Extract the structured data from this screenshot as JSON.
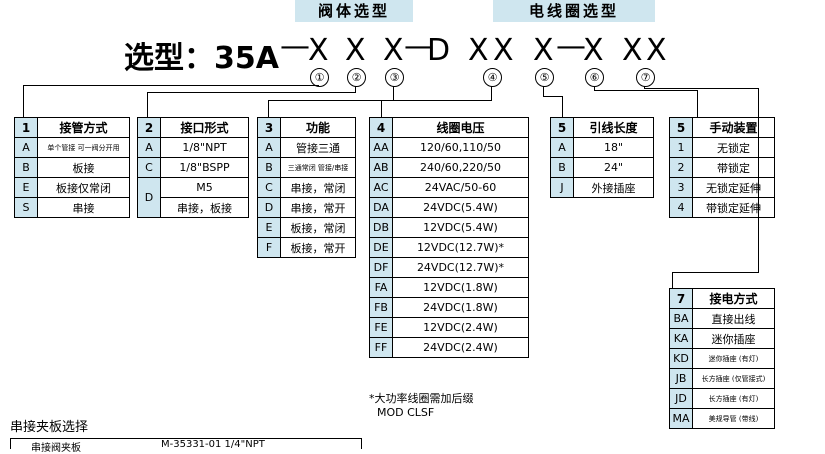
{
  "banners": {
    "valve": "阀体选型",
    "coil": "电线圈选型"
  },
  "model": {
    "prefix": "选型：35A",
    "chars": [
      "X",
      "X",
      "X",
      "D",
      "X",
      "X",
      "X",
      "X",
      "X",
      "X"
    ],
    "dashes": [
      "—",
      "—",
      "—"
    ],
    "circles": [
      "①",
      "②",
      "③",
      "④",
      "⑤",
      "⑥",
      "⑦"
    ]
  },
  "table1": {
    "num": "1",
    "title": "接管方式",
    "rows": [
      {
        "code": "A",
        "text": "单个管接 可一阀分开用"
      },
      {
        "code": "B",
        "text": "板接"
      },
      {
        "code": "E",
        "text": "板接仅常闭"
      },
      {
        "code": "S",
        "text": "串接"
      }
    ]
  },
  "table2": {
    "num": "2",
    "title": "接口形式",
    "rows": [
      {
        "code": "A",
        "text": "1/8\"NPT"
      },
      {
        "code": "C",
        "text": "1/8\"BSPP"
      },
      {
        "code": "D",
        "text": "M5"
      },
      {
        "code": "",
        "text": "串接，板接"
      }
    ]
  },
  "table3": {
    "num": "3",
    "title": "功能",
    "rows": [
      {
        "code": "A",
        "text": "管接三通"
      },
      {
        "code": "B",
        "text": "三通常闭 管接/串接"
      },
      {
        "code": "C",
        "text": "串接，常闭"
      },
      {
        "code": "D",
        "text": "串接，常开"
      },
      {
        "code": "E",
        "text": "板接，常闭"
      },
      {
        "code": "F",
        "text": "板接，常开"
      }
    ]
  },
  "table4": {
    "num": "4",
    "title": "线圈电压",
    "rows": [
      {
        "code": "AA",
        "text": "120/60,110/50"
      },
      {
        "code": "AB",
        "text": "240/60,220/50"
      },
      {
        "code": "AC",
        "text": "24VAC/50-60"
      },
      {
        "code": "DA",
        "text": "24VDC(5.4W)"
      },
      {
        "code": "DB",
        "text": "12VDC(5.4W)"
      },
      {
        "code": "DE",
        "text": "12VDC(12.7W)*"
      },
      {
        "code": "DF",
        "text": "24VDC(12.7W)*"
      },
      {
        "code": "FA",
        "text": "12VDC(1.8W)"
      },
      {
        "code": "FB",
        "text": "24VDC(1.8W)"
      },
      {
        "code": "FE",
        "text": "12VDC(2.4W)"
      },
      {
        "code": "FF",
        "text": "24VDC(2.4W)"
      }
    ],
    "note1": "*大功率线圈需加后缀",
    "note2": "MOD CLSF"
  },
  "table5": {
    "num": "5",
    "title": "引线长度",
    "rows": [
      {
        "code": "A",
        "text": "18\""
      },
      {
        "code": "B",
        "text": "24\""
      },
      {
        "code": "J",
        "text": "外接插座"
      }
    ]
  },
  "table6": {
    "num": "5",
    "title": "手动装置",
    "rows": [
      {
        "code": "1",
        "text": "无锁定"
      },
      {
        "code": "2",
        "text": "带锁定"
      },
      {
        "code": "3",
        "text": "无锁定延伸"
      },
      {
        "code": "4",
        "text": "带锁定延伸"
      }
    ]
  },
  "table7": {
    "num": "7",
    "title": "接电方式",
    "rows": [
      {
        "code": "BA",
        "text": "直接出线"
      },
      {
        "code": "KA",
        "text": "迷你插座"
      },
      {
        "code": "KD",
        "text": "迷你插座 (有灯)"
      },
      {
        "code": "JB",
        "text": "长方插座 (仅管接式)"
      },
      {
        "code": "JD",
        "text": "长方插座 (有灯)"
      },
      {
        "code": "MA",
        "text": "美规导管 (带线)"
      }
    ]
  },
  "bottom": {
    "title": "串接夹板选择",
    "col1": "串接阀夹板",
    "col2": "M-35331-01    1/4\"NPT"
  }
}
